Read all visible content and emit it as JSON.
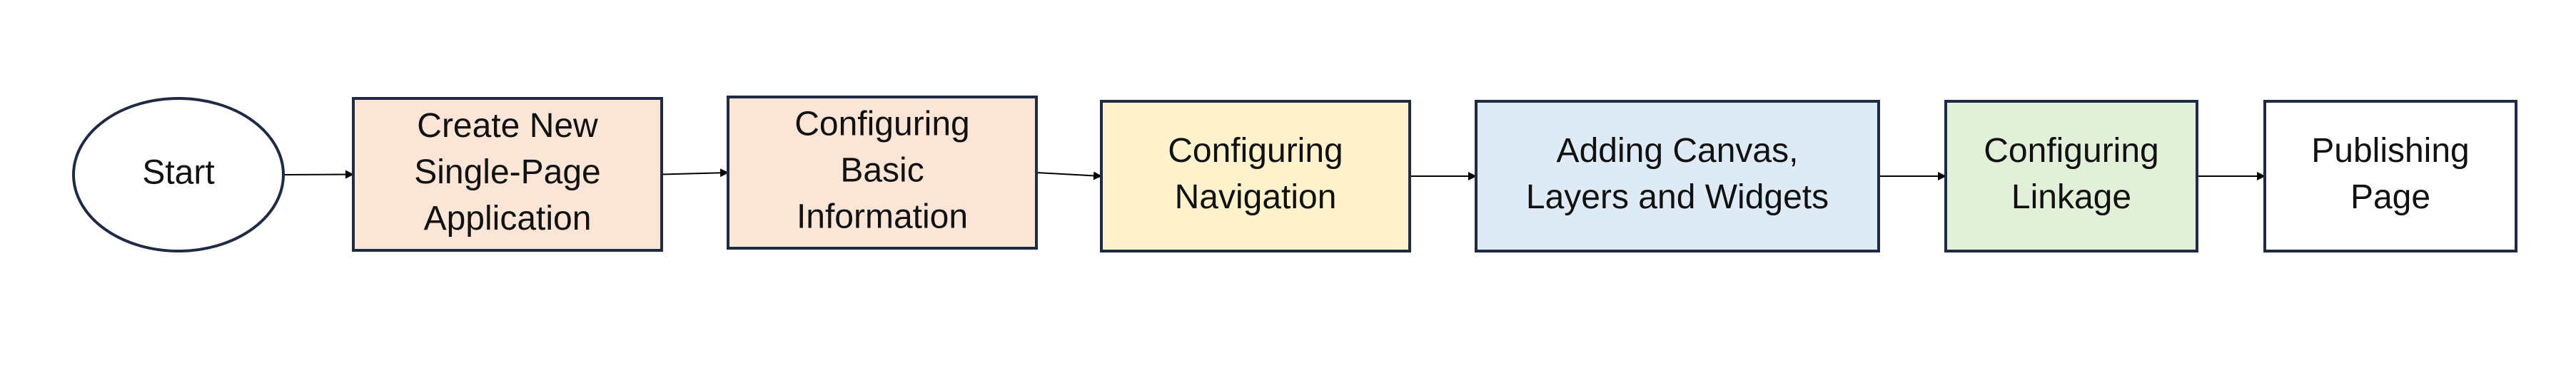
{
  "diagram": {
    "nodes": [
      {
        "id": "start",
        "shape": "ellipse",
        "lines": [
          "Start"
        ],
        "fill": "#ffffff"
      },
      {
        "id": "create",
        "shape": "rect",
        "lines": [
          "Create New",
          "Single-Page",
          "Application"
        ],
        "fill": "#fbe5d6"
      },
      {
        "id": "basic-info",
        "shape": "rect",
        "lines": [
          "Configuring",
          "Basic",
          "Information"
        ],
        "fill": "#fbe5d6"
      },
      {
        "id": "navigation",
        "shape": "rect",
        "lines": [
          "Configuring",
          "Navigation"
        ],
        "fill": "#fff2cc"
      },
      {
        "id": "canvas",
        "shape": "rect",
        "lines": [
          "Adding Canvas,",
          "Layers and Widgets"
        ],
        "fill": "#deebf7"
      },
      {
        "id": "linkage",
        "shape": "rect",
        "lines": [
          "Configuring",
          "Linkage"
        ],
        "fill": "#e2f0d9"
      },
      {
        "id": "publish",
        "shape": "rect",
        "lines": [
          "Publishing",
          "Page"
        ],
        "fill": "#ffffff"
      }
    ],
    "edges": [
      {
        "from": "start",
        "to": "create"
      },
      {
        "from": "create",
        "to": "basic-info"
      },
      {
        "from": "basic-info",
        "to": "navigation"
      },
      {
        "from": "navigation",
        "to": "canvas"
      },
      {
        "from": "canvas",
        "to": "linkage"
      },
      {
        "from": "linkage",
        "to": "publish"
      }
    ],
    "colors": {
      "stroke": "#1f2a44",
      "arrow": "#000000"
    }
  }
}
